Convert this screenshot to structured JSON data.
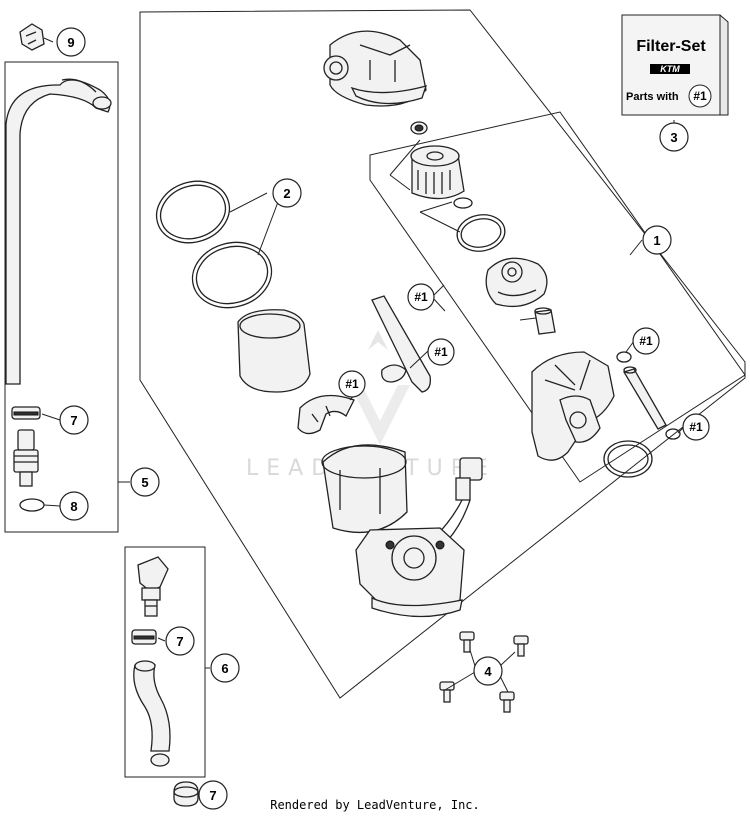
{
  "callouts": {
    "c1": "1",
    "c2": "2",
    "c3": "3",
    "c4": "4",
    "c5": "5",
    "c6": "6",
    "c7a": "7",
    "c7b": "7",
    "c7c": "7",
    "c8": "8",
    "c9": "9",
    "h1a": "#1",
    "h1b": "#1",
    "h1c": "#1",
    "h1d": "#1",
    "h1e": "#1"
  },
  "filter_set": {
    "title": "Filter-Set",
    "brand": "KTM",
    "parts_with": "Parts with",
    "ref": "#1"
  },
  "watermark": "LEADVENTURE",
  "footer": "Rendered by LeadVenture, Inc."
}
